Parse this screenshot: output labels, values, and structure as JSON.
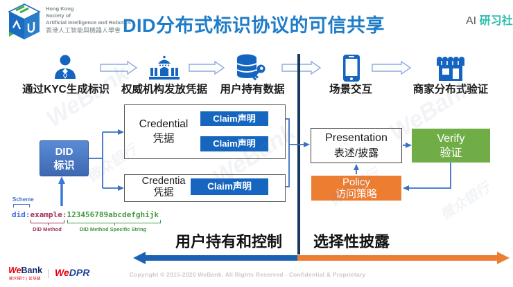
{
  "colors": {
    "title_blue": "#1E7CC9",
    "icon_blue": "#1565C0",
    "claim_blue": "#1666C0",
    "did_box_blue": "#4472C4",
    "verify_green": "#70AD47",
    "policy_orange": "#ED7D31",
    "divider_navy": "#17375E",
    "bottom_arrow_blue": "#1B62B5",
    "bottom_arrow_orange": "#ED7D31",
    "connector_blue": "#3A6FC4",
    "brand_teal": "#2EBDAD",
    "webank_red": "#E60012",
    "webank_navy": "#152C6B",
    "wedpr_blue": "#1B4298"
  },
  "header": {
    "logo_text": [
      "Hong Kong",
      "Society of",
      "Artificial Intelligence and Robotics",
      "香港人工智能與機器人學會"
    ],
    "title": "DID分布式标识协议的可信共享",
    "brand": {
      "prefix": "AI",
      "name": "研习社"
    }
  },
  "flow": {
    "steps": [
      {
        "icon": "person-icon",
        "label": "通过KYC生成标识"
      },
      {
        "icon": "bank-icon",
        "label": "权威机构发放凭据"
      },
      {
        "icon": "database-key-icon",
        "label": "用户持有数据"
      },
      {
        "icon": "smartphone-icon",
        "label": "场景交互"
      },
      {
        "icon": "store-icon",
        "label": "商家分布式验证"
      }
    ]
  },
  "diagram": {
    "did_box": {
      "line1": "DID",
      "line2": "标识"
    },
    "credential1": {
      "title": "Credential",
      "subtitle": "凭据",
      "claims": [
        "Claim声明",
        "Claim声明"
      ]
    },
    "credential2": {
      "title": "Credentia",
      "subtitle": "凭据",
      "claims": [
        "Claim声明"
      ]
    },
    "presentation": {
      "line1": "Presentation",
      "line2": "表述/披露"
    },
    "verify": {
      "line1": "Verify",
      "line2": "验证"
    },
    "policy": {
      "line1": "Policy",
      "line2": "访问策略"
    }
  },
  "did_example": {
    "scheme_label": "Scheme",
    "scheme": "did:",
    "method": "example",
    "separator": ":",
    "method_specific": "123456789abcdefghijk",
    "method_label": "DID Method",
    "method_specific_label": "DID Method Specific String"
  },
  "bottom": {
    "left_label": "用户持有和控制",
    "right_label": "选择性披露"
  },
  "watermark": {
    "text1": "WeBank",
    "text2": "微众银行"
  },
  "footer": {
    "webank_we": "We",
    "webank_bank": "Bank",
    "webank_sub": "微众银行 | 区块链",
    "separator": "|",
    "wedpr_we": "We",
    "wedpr_dpr": "DPR",
    "copyright": "Copyright ® 2015-2020 WeBank. All Rights Reserved - Confidential & Proprietary"
  }
}
